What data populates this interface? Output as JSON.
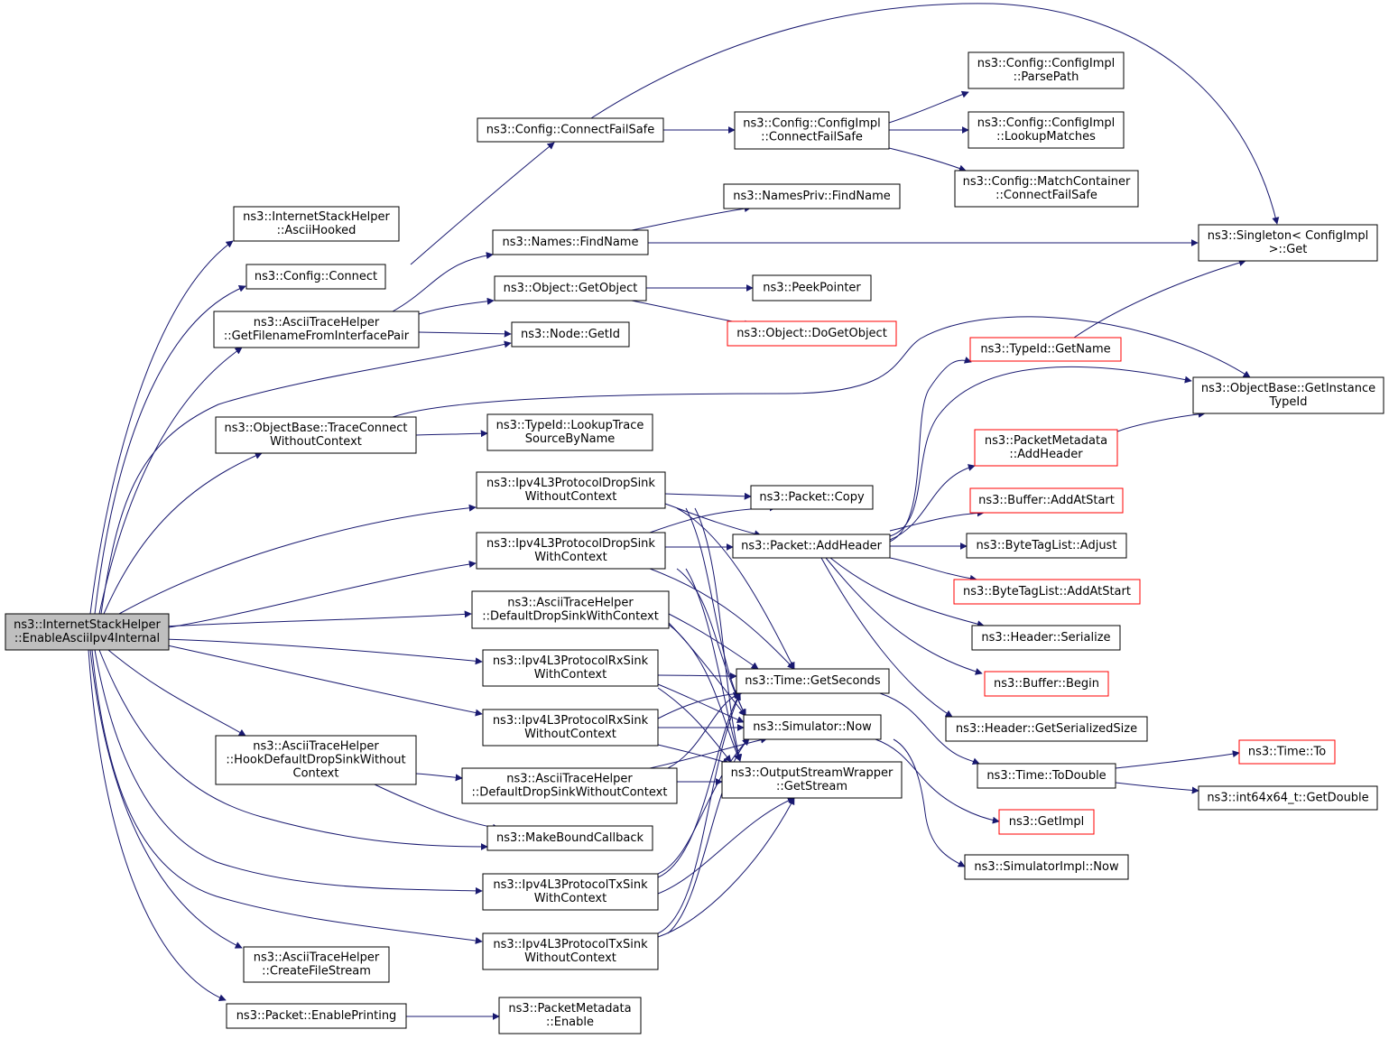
{
  "diagram": {
    "edge_color": "#191970",
    "node_border_colors": {
      "normal": "#000000",
      "incomplete": "#ff0000"
    },
    "root_fill": "#bfbfbf",
    "nodes": [
      {
        "id": "root",
        "label": [
          "ns3::InternetStackHelper",
          "::EnableAsciiIpv4Internal"
        ],
        "style": "root"
      },
      {
        "id": "asciiHooked",
        "label": [
          "ns3::InternetStackHelper",
          "::AsciiHooked"
        ]
      },
      {
        "id": "configConnect",
        "label": [
          "ns3::Config::Connect"
        ]
      },
      {
        "id": "getFilename",
        "label": [
          "ns3::AsciiTraceHelper",
          "::GetFilenameFromInterfacePair"
        ]
      },
      {
        "id": "traceConnect",
        "label": [
          "ns3::ObjectBase::TraceConnect",
          "WithoutContext"
        ]
      },
      {
        "id": "hookDefault",
        "label": [
          "ns3::AsciiTraceHelper",
          "::HookDefaultDropSinkWithout",
          "Context"
        ]
      },
      {
        "id": "createFileStream",
        "label": [
          "ns3::AsciiTraceHelper",
          "::CreateFileStream"
        ]
      },
      {
        "id": "enablePrinting",
        "label": [
          "ns3::Packet::EnablePrinting"
        ]
      },
      {
        "id": "connectFailSafe",
        "label": [
          "ns3::Config::ConnectFailSafe"
        ]
      },
      {
        "id": "namesFindName",
        "label": [
          "ns3::Names::FindName"
        ]
      },
      {
        "id": "objectGetObject",
        "label": [
          "ns3::Object::GetObject"
        ]
      },
      {
        "id": "nodeGetId",
        "label": [
          "ns3::Node::GetId"
        ]
      },
      {
        "id": "lookupTrace",
        "label": [
          "ns3::TypeId::LookupTrace",
          "SourceByName"
        ]
      },
      {
        "id": "dropSinkWithoutCtx",
        "label": [
          "ns3::Ipv4L3ProtocolDropSink",
          "WithoutContext"
        ]
      },
      {
        "id": "dropSinkWithCtx",
        "label": [
          "ns3::Ipv4L3ProtocolDropSink",
          "WithContext"
        ]
      },
      {
        "id": "defaultDropWithCtx",
        "label": [
          "ns3::AsciiTraceHelper",
          "::DefaultDropSinkWithContext"
        ]
      },
      {
        "id": "rxSinkWithCtx",
        "label": [
          "ns3::Ipv4L3ProtocolRxSink",
          "WithContext"
        ]
      },
      {
        "id": "rxSinkWithoutCtx",
        "label": [
          "ns3::Ipv4L3ProtocolRxSink",
          "WithoutContext"
        ]
      },
      {
        "id": "defaultDropWithoutCtx",
        "label": [
          "ns3::AsciiTraceHelper",
          "::DefaultDropSinkWithoutContext"
        ]
      },
      {
        "id": "makeBoundCallback",
        "label": [
          "ns3::MakeBoundCallback"
        ]
      },
      {
        "id": "txSinkWithCtx",
        "label": [
          "ns3::Ipv4L3ProtocolTxSink",
          "WithContext"
        ]
      },
      {
        "id": "txSinkWithoutCtx",
        "label": [
          "ns3::Ipv4L3ProtocolTxSink",
          "WithoutContext"
        ]
      },
      {
        "id": "packetMetadataEnable",
        "label": [
          "ns3::PacketMetadata",
          "::Enable"
        ]
      },
      {
        "id": "configImplConnectFailSafe",
        "label": [
          "ns3::Config::ConfigImpl",
          "::ConnectFailSafe"
        ]
      },
      {
        "id": "namesPrivFindName",
        "label": [
          "ns3::NamesPriv::FindName"
        ]
      },
      {
        "id": "peekPointer",
        "label": [
          "ns3::PeekPointer"
        ]
      },
      {
        "id": "doGetObject",
        "label": [
          "ns3::Object::DoGetObject"
        ],
        "style": "red"
      },
      {
        "id": "packetCopy",
        "label": [
          "ns3::Packet::Copy"
        ]
      },
      {
        "id": "packetAddHeader",
        "label": [
          "ns3::Packet::AddHeader"
        ]
      },
      {
        "id": "timeGetSeconds",
        "label": [
          "ns3::Time::GetSeconds"
        ]
      },
      {
        "id": "simulatorNow",
        "label": [
          "ns3::Simulator::Now"
        ]
      },
      {
        "id": "getStream",
        "label": [
          "ns3::OutputStreamWrapper",
          "::GetStream"
        ]
      },
      {
        "id": "parsePath",
        "label": [
          "ns3::Config::ConfigImpl",
          "::ParsePath"
        ]
      },
      {
        "id": "lookupMatches",
        "label": [
          "ns3::Config::ConfigImpl",
          "::LookupMatches"
        ]
      },
      {
        "id": "matchContainer",
        "label": [
          "ns3::Config::MatchContainer",
          "::ConnectFailSafe"
        ]
      },
      {
        "id": "typeIdGetName",
        "label": [
          "ns3::TypeId::GetName"
        ],
        "style": "red"
      },
      {
        "id": "pmAddHeader",
        "label": [
          "ns3::PacketMetadata",
          "::AddHeader"
        ],
        "style": "red"
      },
      {
        "id": "bufferAddAtStart",
        "label": [
          "ns3::Buffer::AddAtStart"
        ],
        "style": "red"
      },
      {
        "id": "byteTagAdjust",
        "label": [
          "ns3::ByteTagList::Adjust"
        ]
      },
      {
        "id": "byteTagAddAtStart",
        "label": [
          "ns3::ByteTagList::AddAtStart"
        ],
        "style": "red"
      },
      {
        "id": "headerSerialize",
        "label": [
          "ns3::Header::Serialize"
        ]
      },
      {
        "id": "bufferBegin",
        "label": [
          "ns3::Buffer::Begin"
        ],
        "style": "red"
      },
      {
        "id": "headerGetSize",
        "label": [
          "ns3::Header::GetSerializedSize"
        ]
      },
      {
        "id": "timeToDouble",
        "label": [
          "ns3::Time::ToDouble"
        ]
      },
      {
        "id": "getImpl",
        "label": [
          "ns3::GetImpl"
        ],
        "style": "red"
      },
      {
        "id": "simImplNow",
        "label": [
          "ns3::SimulatorImpl::Now"
        ]
      },
      {
        "id": "singletonGet",
        "label": [
          "ns3::Singleton< ConfigImpl",
          " >::Get"
        ]
      },
      {
        "id": "getInstanceTypeId",
        "label": [
          "ns3::ObjectBase::GetInstance",
          "TypeId"
        ]
      },
      {
        "id": "timeTo",
        "label": [
          "ns3::Time::To"
        ],
        "style": "red"
      },
      {
        "id": "int64GetDouble",
        "label": [
          "ns3::int64x64_t::GetDouble"
        ]
      }
    ]
  }
}
